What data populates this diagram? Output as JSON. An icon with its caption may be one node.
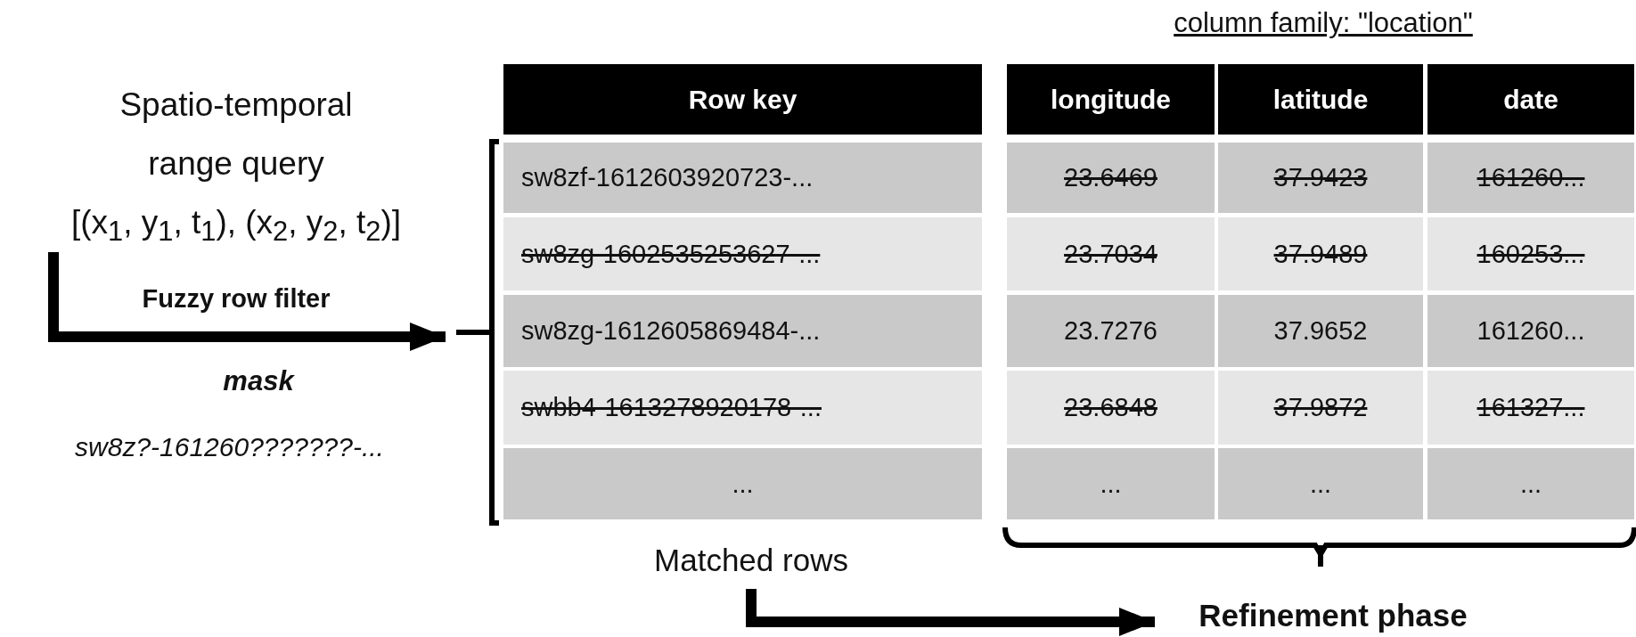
{
  "diagram": {
    "nodes": [
      {
        "text": [
          "Spatio-temporal range query",
          "[(x$_{1}$, y$_{1}$, t$_{1}$), (x$_{2}$, y$_{2}$, t$_{2}$)]"
        ]
      },
      {
        "text": [],
        "shape": "bracket"
      },
      {
        "text": [
          "Matched rows"
        ]
      },
      {
        "text": [
          "Refinement phase"
        ]
      }
    ],
    "edges": [
      {
        "from": 0,
        "to": 1,
        "arrow": "to",
        "label": "Fuzzy row filter"
      },
      {
        "from": 2,
        "to": 3,
        "arrow": "to"
      }
    ],
    "labels": [
      "column family: \"location\"",
      "Row key",
      "longitude",
      "latitude",
      "date",
      "sw8zf-1612603920723-...",
      "23.6469",
      "37.9423",
      "161260...",
      "sw8zg-1602535253627-...",
      "23.7034",
      "37.9489",
      "160253...",
      "sw8zg-1612605869484-...",
      "23.7276",
      "37.9652",
      "161260...",
      "swbb4-1613278920178-...",
      "23.6848",
      "37.9872",
      "161327...",
      "...",
      "...",
      "...",
      "...",
      "mask",
      "sw8z?-161260???????-..."
    ]
  }
}
